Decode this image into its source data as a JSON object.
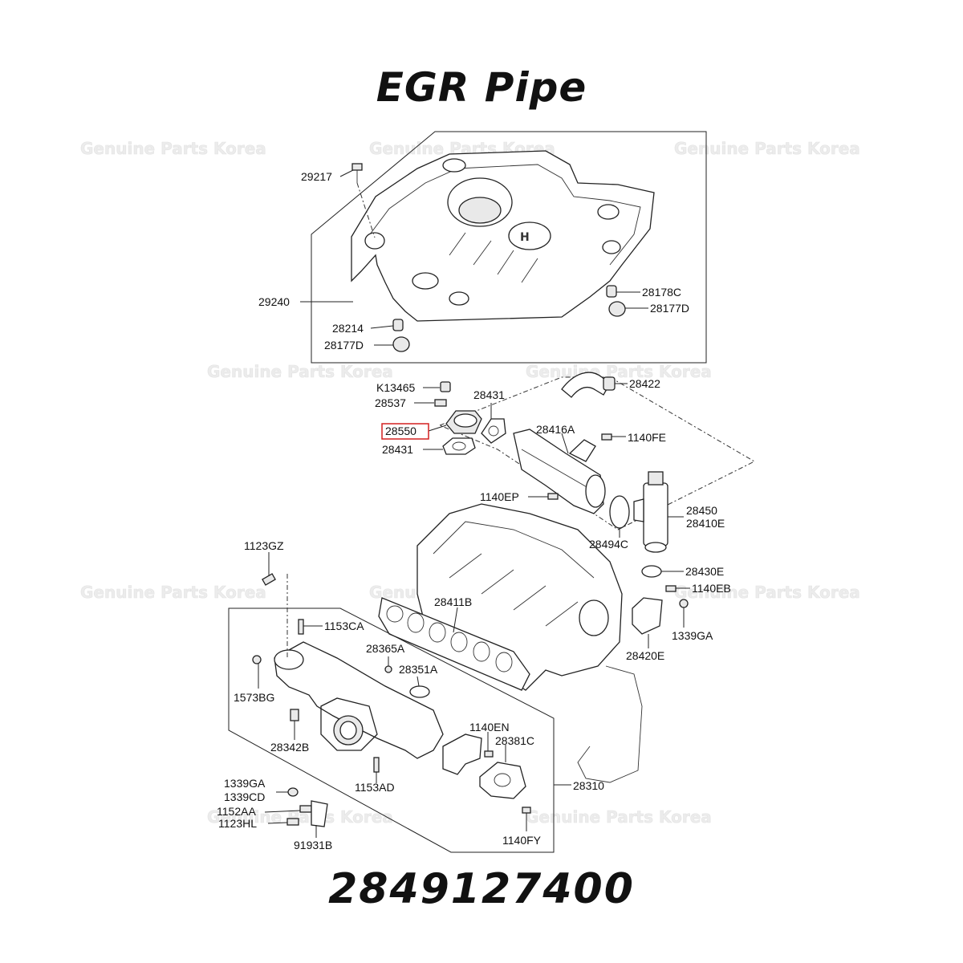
{
  "title": "EGR Pipe",
  "part_number": "2849127400",
  "highlight_color": "#d32020",
  "watermark": "Genuine Parts Korea",
  "labels": {
    "l29217": "29217",
    "l29240": "29240",
    "l28214": "28214",
    "l28177D_a": "28177D",
    "l28178C": "28178C",
    "l28177D_b": "28177D",
    "lK13465": "K13465",
    "l28537": "28537",
    "l28550": "28550",
    "l28431_a": "28431",
    "l28431_b": "28431",
    "l28422": "28422",
    "l28416A": "28416A",
    "l1140FE": "1140FE",
    "l1140EP": "1140EP",
    "l28450": "28450",
    "l28410E": "28410E",
    "l28494C": "28494C",
    "l28430E": "28430E",
    "l1140EB": "1140EB",
    "l1339GA_a": "1339GA",
    "l28420E": "28420E",
    "l1123GZ": "1123GZ",
    "l28411B": "28411B",
    "l1153CA": "1153CA",
    "l28365A": "28365A",
    "l28351A": "28351A",
    "l1573BG": "1573BG",
    "l28342B": "28342B",
    "l1140EN": "1140EN",
    "l28381C": "28381C",
    "l28310": "28310",
    "l1153AD": "1153AD",
    "l1339GA_b": "1339GA",
    "l1339CD": "1339CD",
    "l1152AA": "1152AA",
    "l1123HL": "1123HL",
    "l91931B": "91931B",
    "l1140FY": "1140FY"
  }
}
